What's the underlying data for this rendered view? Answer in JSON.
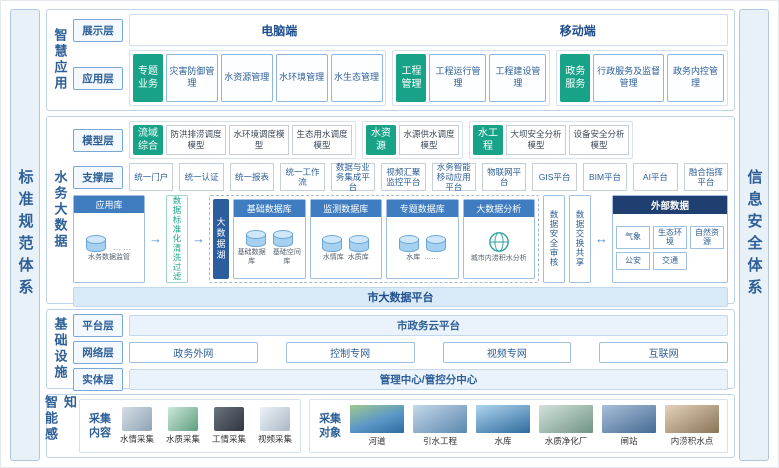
{
  "palette": {
    "accent_teal": "#18a389",
    "primary_blue": "#2e5f97",
    "header_blue": "#3f7dc0",
    "navy": "#1f3f70",
    "light_bar": "#d8e9f8"
  },
  "icons": {
    "flow-arrow-icon": "→",
    "flow-exchange-icon": "↔",
    "database-icon": "css-cylinder",
    "analysis-globe-icon": "svg-globe"
  },
  "frame": {
    "left_bar": "标准规范体系",
    "right_bar": "信息安全体系"
  },
  "smart_app": {
    "section_label": "智慧应用",
    "display": {
      "layer_label": "展示层",
      "pc": "电脑端",
      "mobile": "移动端"
    },
    "app": {
      "layer_label": "应用层",
      "groups": [
        {
          "head": "专题业务",
          "items": [
            "灾害防御管理",
            "水资源管理",
            "水环境管理",
            "水生态管理"
          ]
        },
        {
          "head": "工程管理",
          "items": [
            "工程运行管理",
            "工程建设管理"
          ]
        },
        {
          "head": "政务服务",
          "items": [
            "行政服务及监督管理",
            "政务内控管理"
          ]
        }
      ]
    }
  },
  "big_data": {
    "section_label": "水务大数据",
    "model": {
      "layer_label": "模型层",
      "groups": [
        {
          "head": "流域综合",
          "items": [
            "防洪排涝调度模型",
            "水环境调度模型",
            "生态用水调度模型"
          ]
        },
        {
          "head": "水资源",
          "items": [
            "水源供水调度模型"
          ]
        },
        {
          "head": "水工程",
          "items": [
            "大坝安全分析模型",
            "设备安全分析模型"
          ]
        }
      ]
    },
    "support": {
      "layer_label": "支撑层",
      "items": [
        "统一门户",
        "统一认证",
        "统一报表",
        "统一工作流",
        "数据与业务集成平台",
        "视频汇聚监控平台",
        "水务智能移动应用平台",
        "物联网平台",
        "GIS平台",
        "BIM平台",
        "AI平台",
        "融合指挥平台"
      ]
    },
    "flow": {
      "app_store": {
        "title": "应用库",
        "dots": "……",
        "caption": "水务数据监管"
      },
      "cleanse": "数据标准化清洗过滤",
      "lake": {
        "title": "大数据湖",
        "stores": [
          {
            "title": "基础数据库",
            "cylinders": [
              "基础数据库",
              "基础空间库"
            ]
          },
          {
            "title": "监测数据库",
            "cylinders": [
              "水情库",
              "水质库"
            ]
          },
          {
            "title": "专题数据库",
            "cylinders": [
              "水库",
              "……"
            ]
          }
        ],
        "analysis": {
          "title": "大数据分析",
          "caption": "城市内涝积水分析"
        }
      },
      "audit": "数据安全审核",
      "exchange": "数据交换共享",
      "external": {
        "title": "外部数据",
        "items": [
          "气象",
          "生态环境",
          "自然资源",
          "公安",
          "交通"
        ]
      }
    },
    "platform_bar": "市大数据平台"
  },
  "infra": {
    "section_label": "基础设施",
    "platform": {
      "layer_label": "平台层",
      "item": "市政务云平台"
    },
    "network": {
      "layer_label": "网络层",
      "items": [
        "政务外网",
        "控制专网",
        "视频专网",
        "互联网"
      ]
    },
    "entity": {
      "layer_label": "实体层",
      "item": "管理中心/管控分中心"
    }
  },
  "sensing": {
    "section_label": "智能感知",
    "collect_content": {
      "label": "采集内容",
      "items": [
        "水情采集",
        "水质采集",
        "工情采集",
        "视频采集"
      ]
    },
    "collect_target": {
      "label": "采集对象",
      "items": [
        "河道",
        "引水工程",
        "水库",
        "水质净化厂",
        "闸站",
        "内涝积水点"
      ]
    }
  }
}
